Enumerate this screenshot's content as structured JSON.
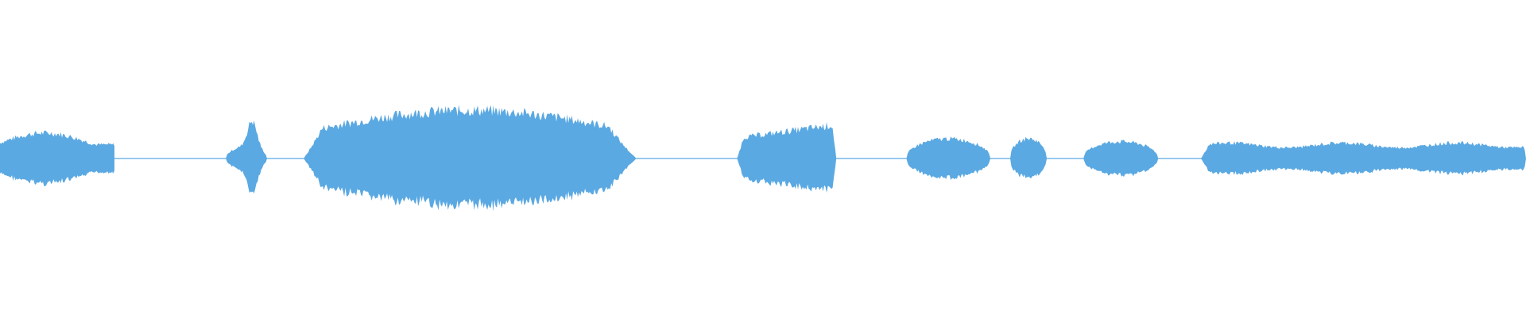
{
  "colors": {
    "waveform": "#5ba9e2",
    "background": "#ffffff"
  },
  "waveform": {
    "segments": [
      {
        "start": 0.0,
        "end": 0.075,
        "level": 0.09,
        "shape": "hump"
      },
      {
        "start": 0.148,
        "end": 0.175,
        "level": 0.14,
        "shape": "spike"
      },
      {
        "start": 0.199,
        "end": 0.417,
        "level": 0.17,
        "shape": "dense"
      },
      {
        "start": 0.483,
        "end": 0.548,
        "level": 0.12,
        "shape": "rise"
      },
      {
        "start": 0.594,
        "end": 0.649,
        "level": 0.07,
        "shape": "oval"
      },
      {
        "start": 0.662,
        "end": 0.686,
        "level": 0.07,
        "shape": "oval"
      },
      {
        "start": 0.71,
        "end": 0.759,
        "level": 0.06,
        "shape": "oval"
      },
      {
        "start": 0.787,
        "end": 1.0,
        "level": 0.055,
        "shape": "flat"
      }
    ]
  }
}
